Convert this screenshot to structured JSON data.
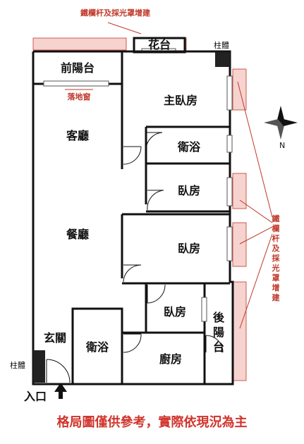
{
  "labels": {
    "top_note": "鐵欄杆及採光罩增建",
    "side_note": "鐵欄杆及採光罩增建",
    "flower_bed": "花台",
    "pillar_top": "柱體",
    "pillar_bottom": "柱體",
    "front_balcony": "前陽台",
    "floor_window": "落地窗",
    "master_bedroom": "主臥房",
    "living_room": "客廳",
    "bath_1": "衛浴",
    "bedroom_2": "臥房",
    "dining_room": "餐廳",
    "bedroom_3": "臥房",
    "bedroom_4": "臥房",
    "rear_balcony": "後陽台",
    "entrance_hall": "玄關",
    "bath_2": "衛浴",
    "kitchen": "廚房",
    "entrance": "入口",
    "compass_n": "N"
  },
  "disclaimer": "格局圖僅供參考，實際依現況為主",
  "colors": {
    "wall": "#111111",
    "annotation": "#c0392b",
    "addition_fill": "#f6d3cf"
  }
}
